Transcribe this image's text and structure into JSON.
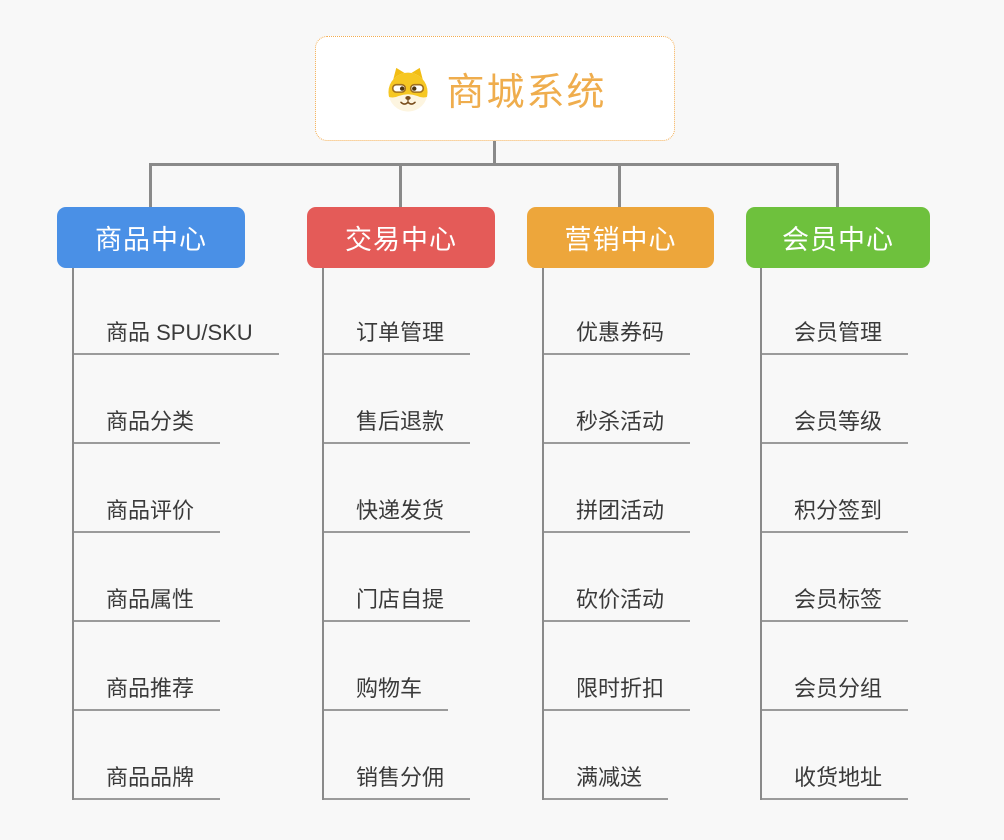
{
  "diagram": {
    "colors": {
      "background": "#f8f8f8",
      "connector": "#8a8a8a",
      "leaf_line": "#9b9b9b",
      "leaf_text": "#3a3a3a",
      "root_border": "#f3ad52",
      "root_text": "#efad4d"
    },
    "root": {
      "title": "商城系统",
      "icon": "dog-face"
    },
    "branches": [
      {
        "label": "商品中心",
        "color": "#4a90e6",
        "items": [
          "商品 SPU/SKU",
          "商品分类",
          "商品评价",
          "商品属性",
          "商品推荐",
          "商品品牌"
        ]
      },
      {
        "label": "交易中心",
        "color": "#e45b58",
        "items": [
          "订单管理",
          "售后退款",
          "快递发货",
          "门店自提",
          "购物车",
          "销售分佣"
        ]
      },
      {
        "label": "营销中心",
        "color": "#eda63b",
        "items": [
          "优惠券码",
          "秒杀活动",
          "拼团活动",
          "砍价活动",
          "限时折扣",
          "满减送"
        ]
      },
      {
        "label": "会员中心",
        "color": "#6ec13d",
        "items": [
          "会员管理",
          "会员等级",
          "积分签到",
          "会员标签",
          "会员分组",
          "收货地址"
        ]
      }
    ]
  }
}
